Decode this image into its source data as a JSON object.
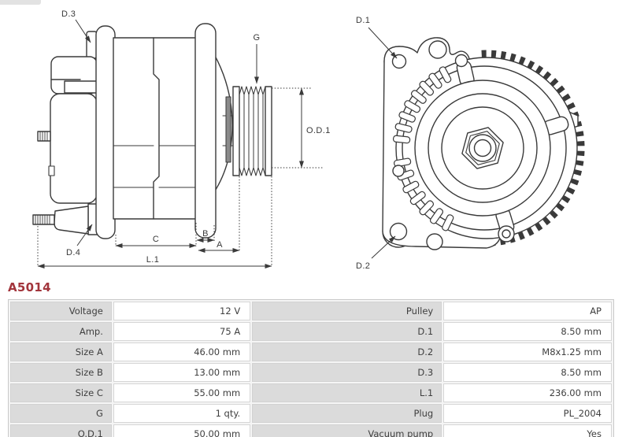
{
  "part": {
    "number": "A5014"
  },
  "specs": {
    "rows": [
      {
        "l1": "Voltage",
        "v1": "12 V",
        "l2": "Pulley",
        "v2": "AP"
      },
      {
        "l1": "Amp.",
        "v1": "75 A",
        "l2": "D.1",
        "v2": "8.50 mm"
      },
      {
        "l1": "Size A",
        "v1": "46.00 mm",
        "l2": "D.2",
        "v2": "M8x1.25 mm"
      },
      {
        "l1": "Size B",
        "v1": "13.00 mm",
        "l2": "D.3",
        "v2": "8.50 mm"
      },
      {
        "l1": "Size C",
        "v1": "55.00 mm",
        "l2": "L.1",
        "v2": "236.00 mm"
      },
      {
        "l1": "G",
        "v1": "1 qty.",
        "l2": "Plug",
        "v2": "PL_2004"
      },
      {
        "l1": "O.D.1",
        "v1": "50.00 mm",
        "l2": "Vacuum pump",
        "v2": "Yes"
      }
    ]
  },
  "diagrams": {
    "side_view": {
      "labels": {
        "d3": "D.3",
        "d4": "D.4",
        "g": "G",
        "od1": "O.D.1",
        "a": "A",
        "b": "B",
        "c": "C",
        "l1": "L.1"
      }
    },
    "front_view": {
      "labels": {
        "d1": "D.1",
        "d2": "D.2"
      }
    }
  },
  "colors": {
    "accent": "#a2353c",
    "line": "#3a3a3a",
    "table_label_bg": "#dbdbdb",
    "table_border": "#c9c9c9",
    "table_text": "#3f3f3f"
  }
}
